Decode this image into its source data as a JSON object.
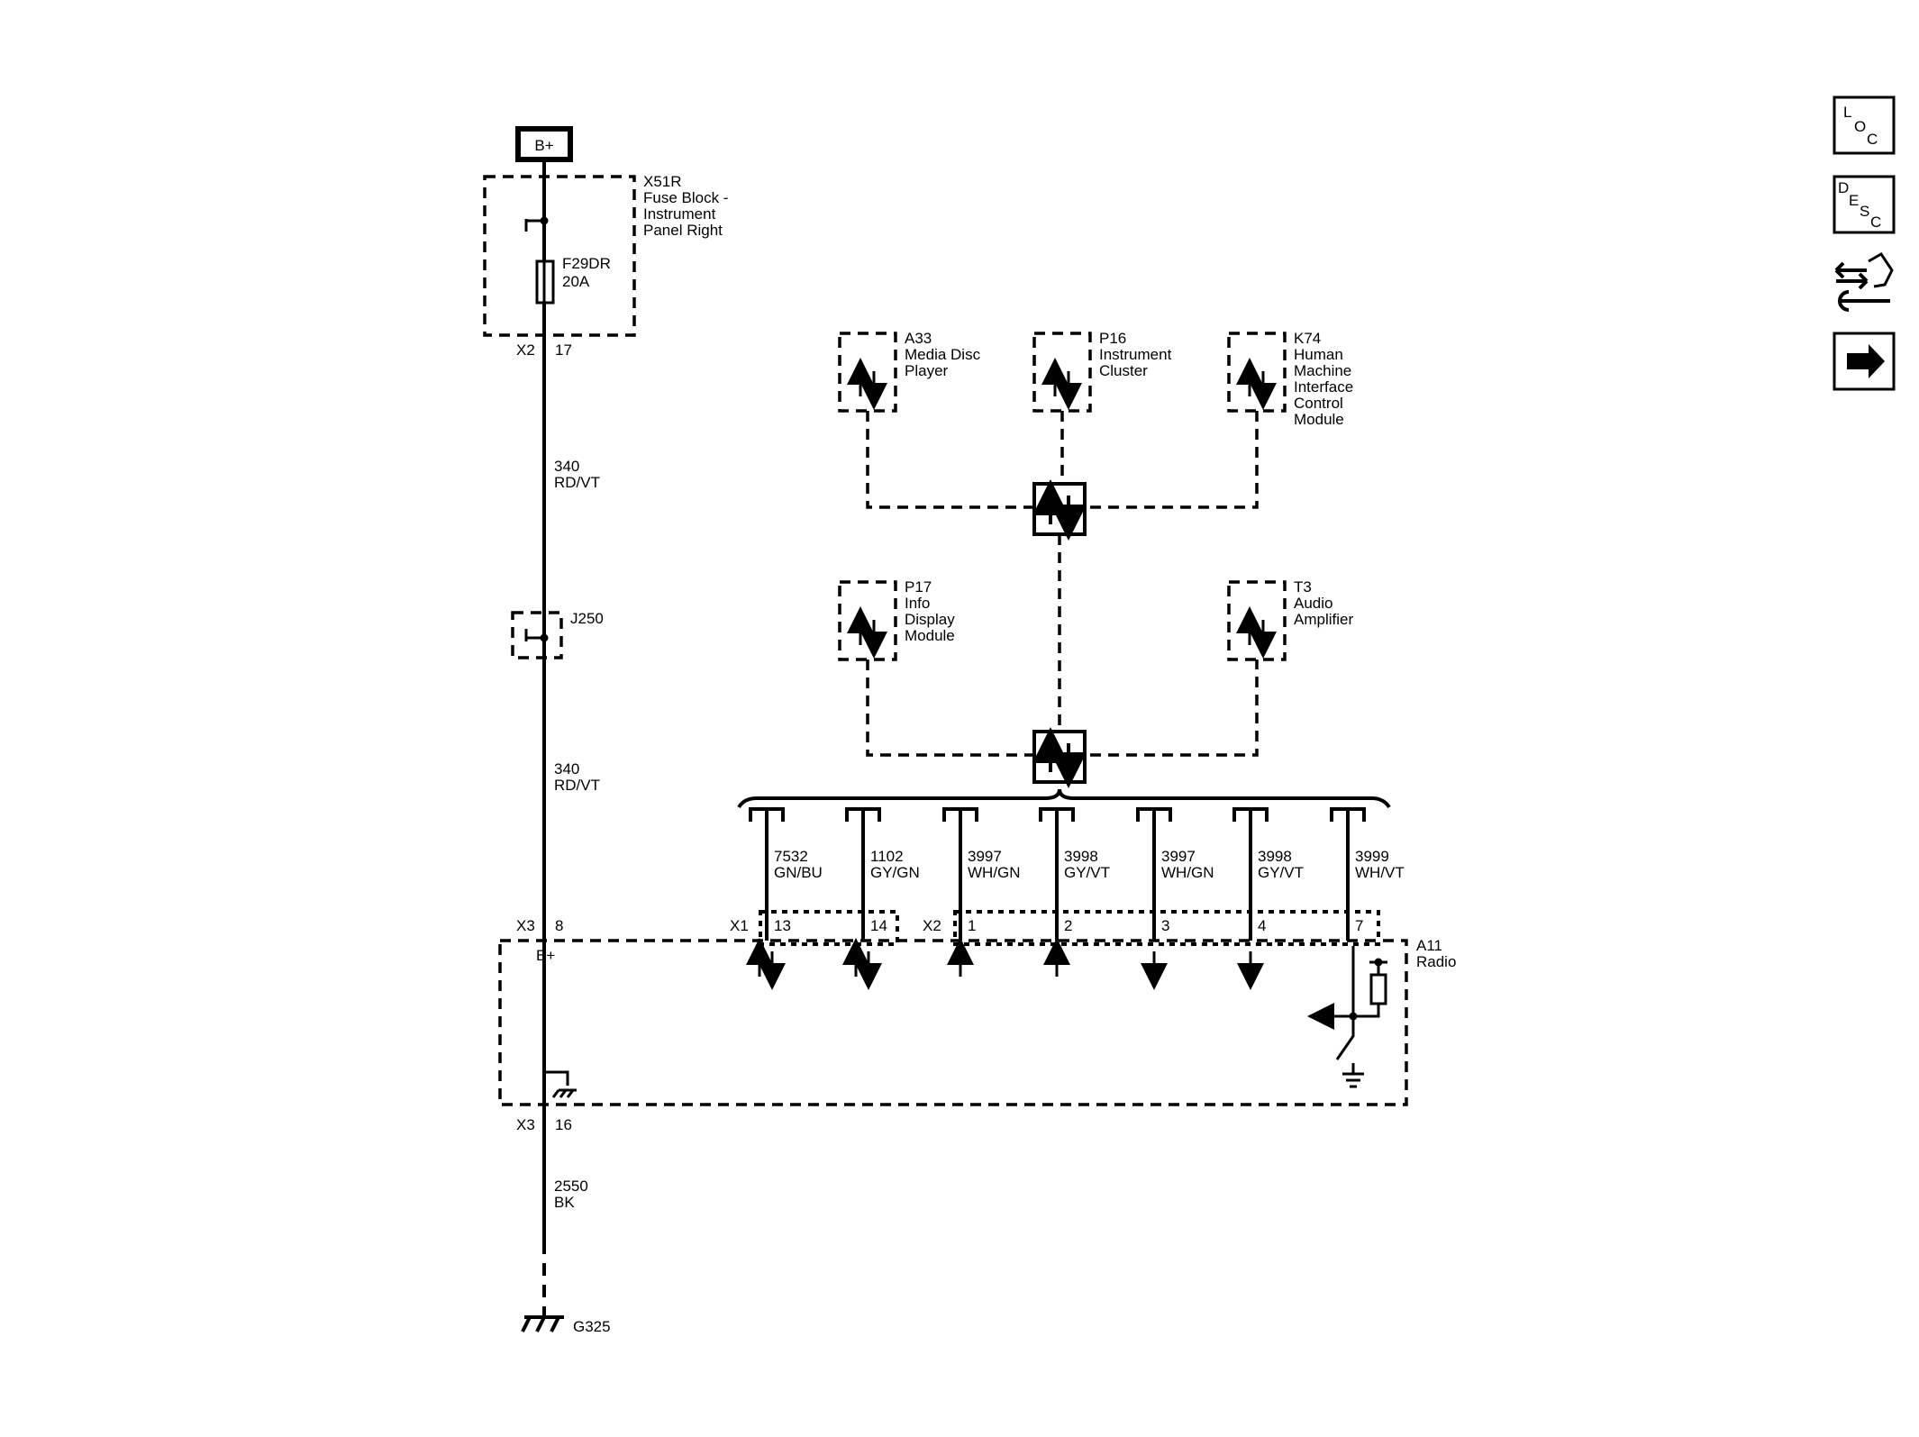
{
  "power": {
    "label": "B+"
  },
  "fuse_block": {
    "name": "X51R",
    "desc1": "Fuse Block -",
    "desc2": "Instrument",
    "desc3": "Panel Right",
    "fuse_id": "F29DR",
    "fuse_rating": "20A",
    "conn": "X2",
    "pin": "17"
  },
  "wire_a": {
    "num": "340",
    "color": "RD/VT"
  },
  "splice": {
    "name": "J250"
  },
  "wire_b": {
    "num": "340",
    "color": "RD/VT"
  },
  "radio_power": {
    "conn": "X3",
    "pin": "8",
    "label": "B+"
  },
  "radio_ground": {
    "conn": "X3",
    "pin": "16"
  },
  "ground_wire": {
    "num": "2550",
    "color": "BK"
  },
  "ground": {
    "name": "G325"
  },
  "radio": {
    "name": "A11",
    "desc": "Radio"
  },
  "modules": [
    {
      "id": "A33",
      "l1": "Media Disc",
      "l2": "Player",
      "l3": "",
      "l4": ""
    },
    {
      "id": "P16",
      "l1": "Instrument",
      "l2": "Cluster",
      "l3": "",
      "l4": ""
    },
    {
      "id": "K74",
      "l1": "Human",
      "l2": "Machine",
      "l3": "Interface",
      "l4": "Control",
      "l5": "Module"
    },
    {
      "id": "P17",
      "l1": "Info",
      "l2": "Display",
      "l3": "Module",
      "l4": ""
    },
    {
      "id": "T3",
      "l1": "Audio",
      "l2": "Amplifier",
      "l3": "",
      "l4": ""
    }
  ],
  "circuits": [
    {
      "num": "7532",
      "color": "GN/BU",
      "pin": "13"
    },
    {
      "num": "1102",
      "color": "GY/GN",
      "pin": "14"
    },
    {
      "num": "3997",
      "color": "WH/GN",
      "pin": "1"
    },
    {
      "num": "3998",
      "color": "GY/VT",
      "pin": "2"
    },
    {
      "num": "3997",
      "color": "WH/GN",
      "pin": "3"
    },
    {
      "num": "3998",
      "color": "GY/VT",
      "pin": "4"
    },
    {
      "num": "3999",
      "color": "WH/VT",
      "pin": "7"
    }
  ],
  "connectors": {
    "x1": "X1",
    "x2": "X2"
  },
  "nav": {
    "loc1": "L",
    "loc2": "O",
    "loc3": "C",
    "desc1": "D",
    "desc2": "E",
    "desc3": "S",
    "desc4": "C"
  }
}
